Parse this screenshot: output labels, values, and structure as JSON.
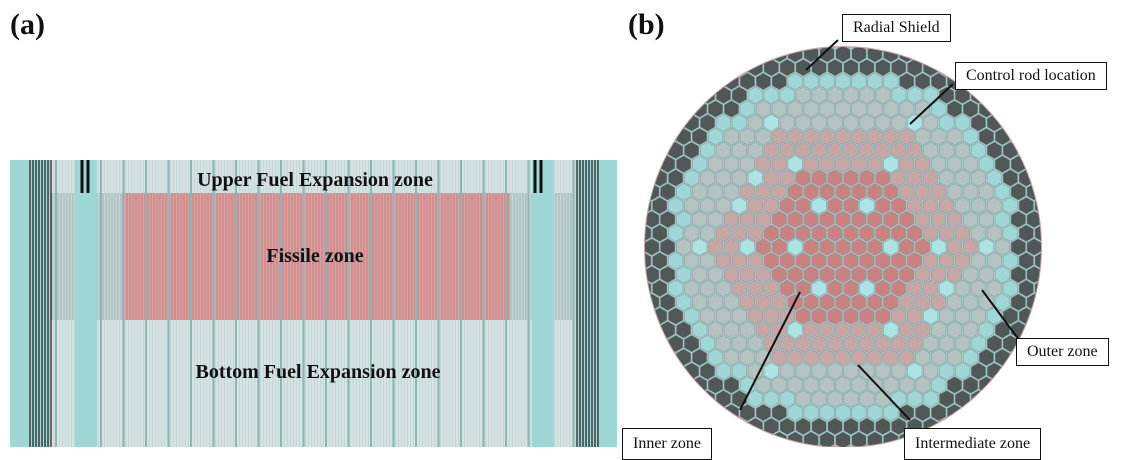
{
  "panel_a": {
    "label": "(a)",
    "zones": {
      "upper": "Upper Fuel Expansion zone",
      "fissile": "Fissile zone",
      "bottom": "Bottom Fuel Expansion zone"
    }
  },
  "panel_b": {
    "label": "(b)",
    "callouts": {
      "radial_shield": "Radial Shield",
      "control_rod": "Control rod location",
      "outer_zone": "Outer zone",
      "inner_zone": "Inner zone",
      "intermediate_zone": "Intermediate zone"
    }
  },
  "colors": {
    "coolant": "#9fd6d6",
    "fuel_grey": "#b7c4c4",
    "fissile_red": "#c97a7a",
    "inner_red": "#c98282",
    "intermediate": "#c7a6a6",
    "outer": "#b5c2c2",
    "shield": "#4f5757",
    "control": "#aee3e3",
    "rim": "#c4a6a6"
  }
}
